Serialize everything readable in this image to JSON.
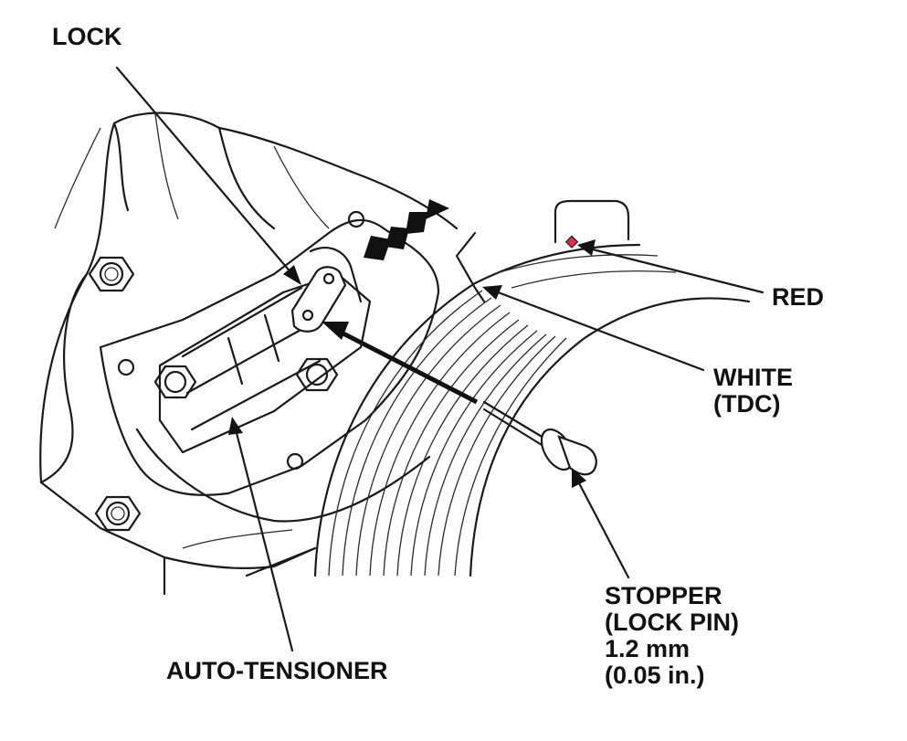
{
  "labels": {
    "lock": "LOCK",
    "red": "RED",
    "white": [
      "WHITE",
      "(TDC)"
    ],
    "stopper": [
      "STOPPER",
      "(LOCK PIN)",
      "1.2 mm",
      "(0.05 in.)"
    ],
    "auto_tensioner": "AUTO-TENSIONER"
  },
  "colors": {
    "ink": "#1a1a1a",
    "red_mark": "#e0304a",
    "background": "#ffffff"
  }
}
